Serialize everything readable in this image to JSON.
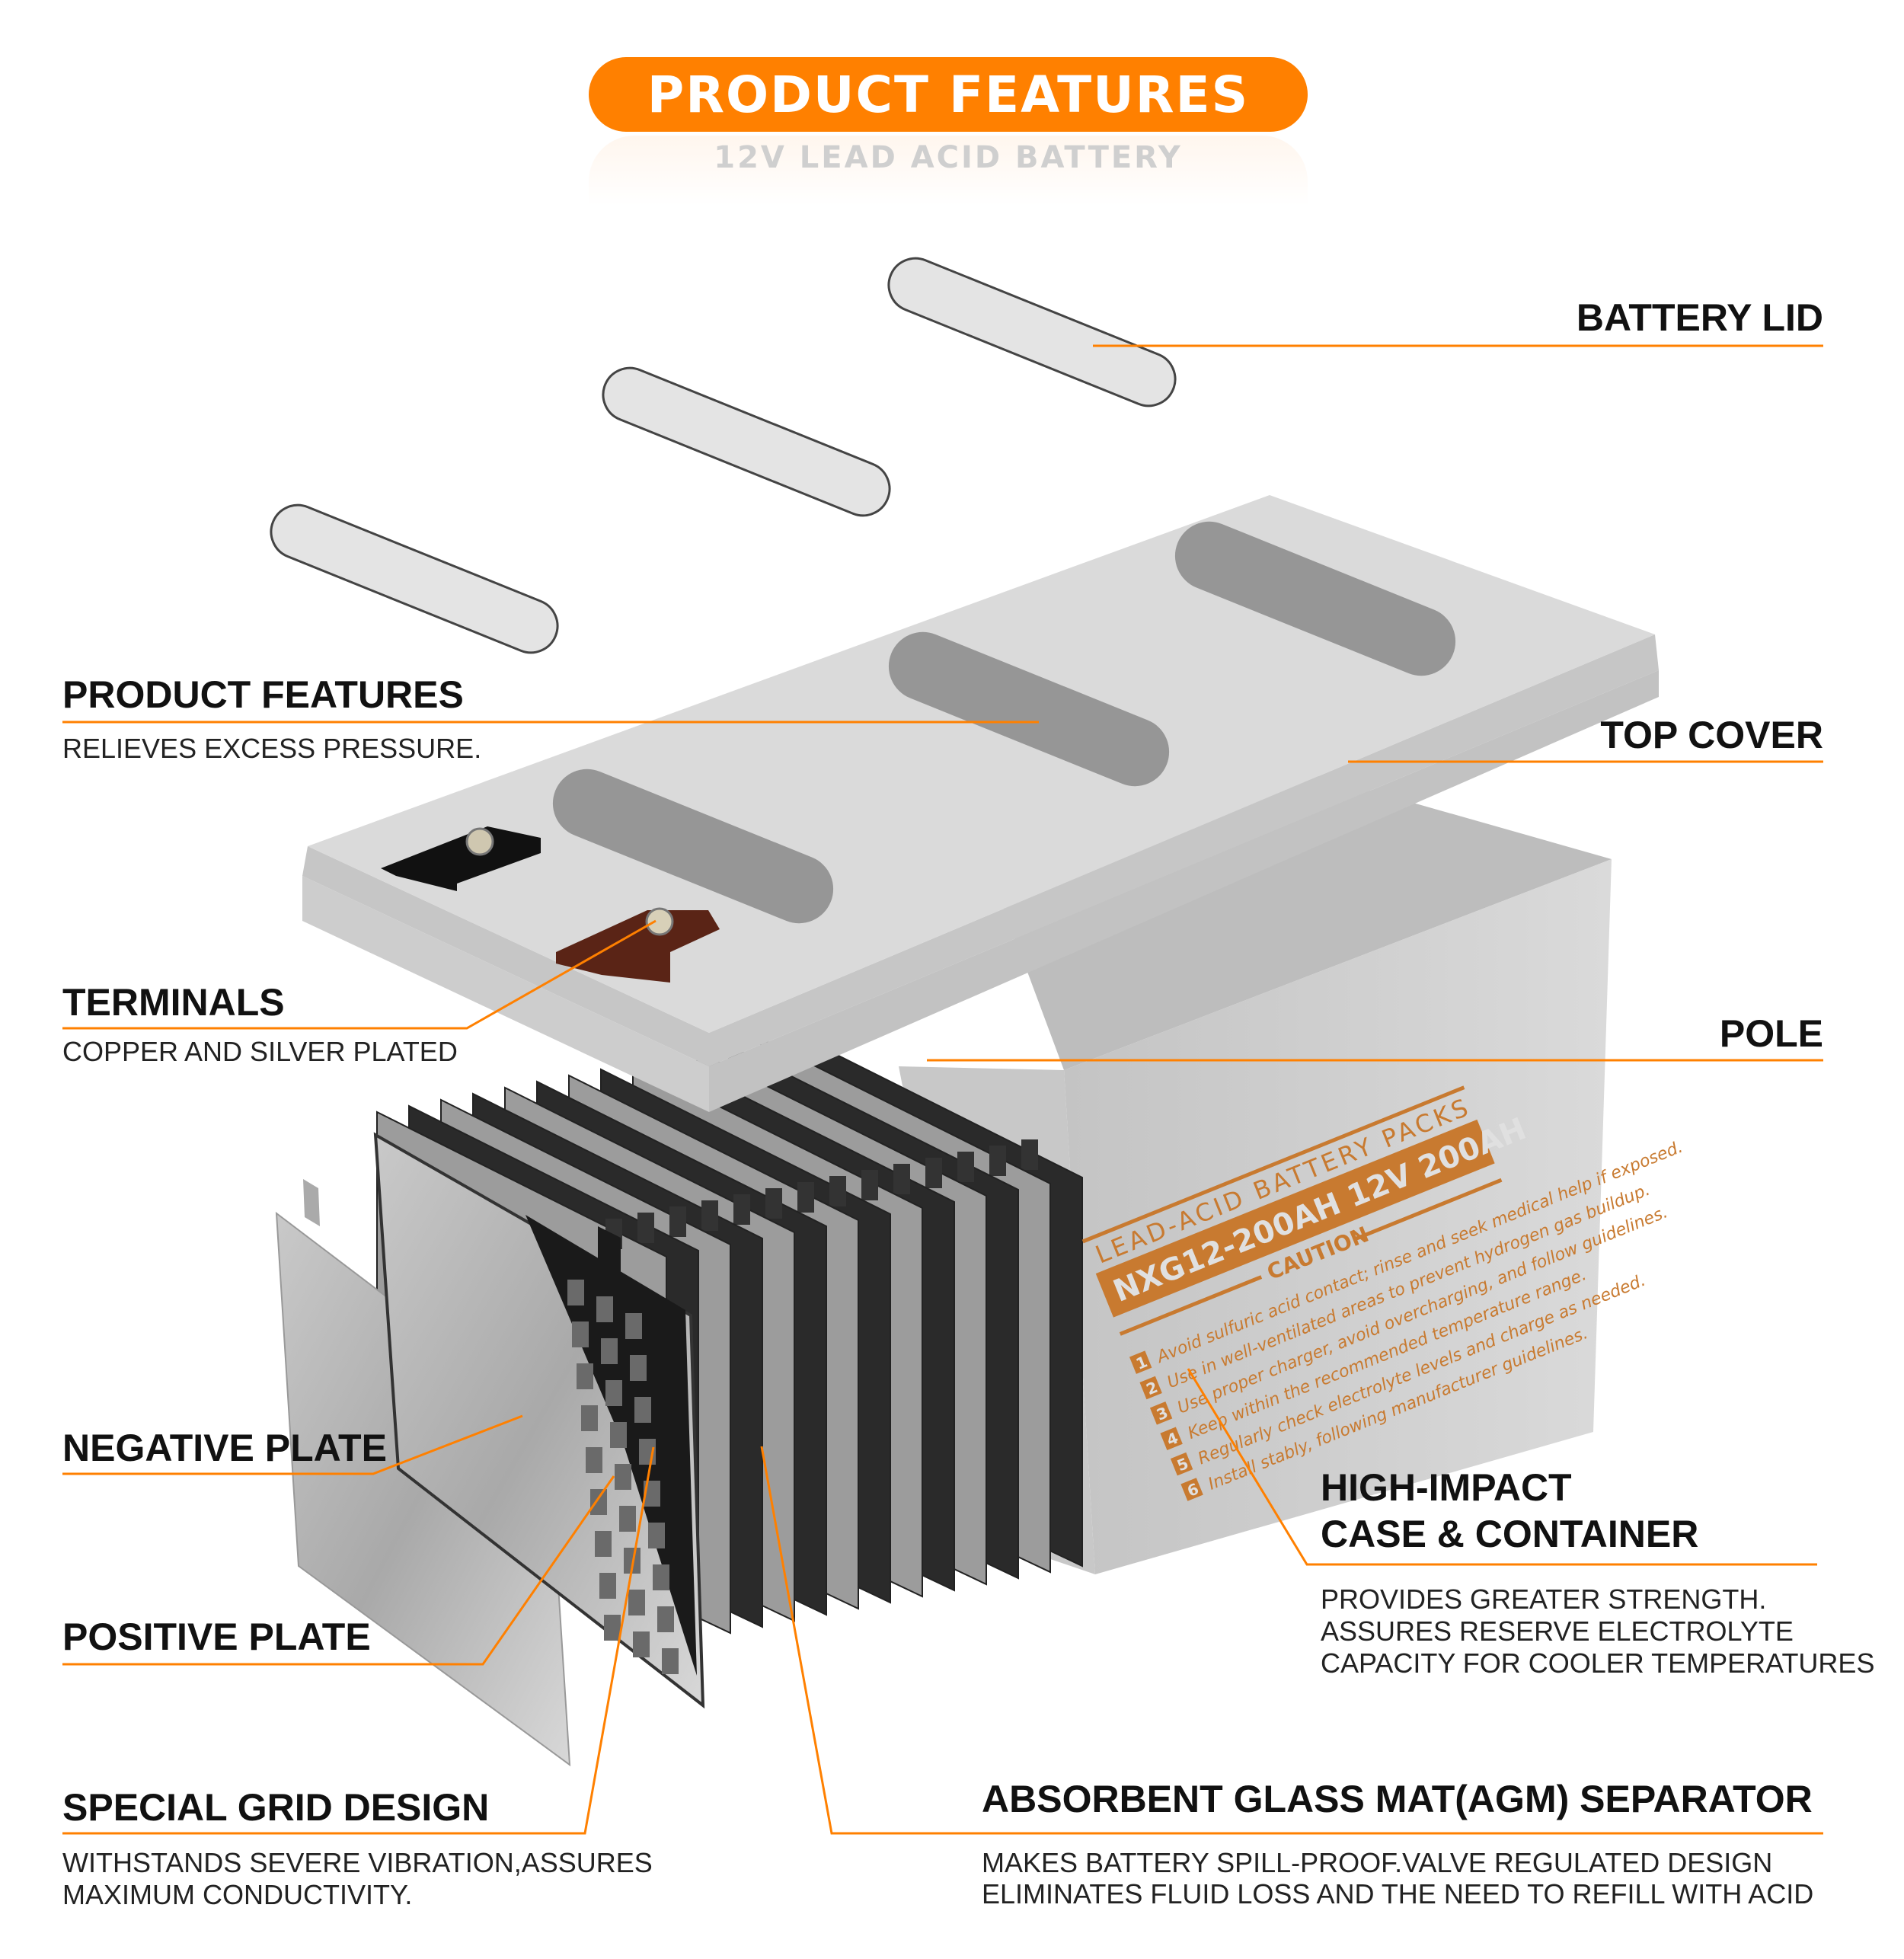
{
  "header": {
    "title": "PRODUCT FEATURES",
    "subtitle": "12V LEAD ACID BATTERY"
  },
  "callouts": {
    "battery_lid": {
      "title": "BATTERY LID"
    },
    "product_features": {
      "title": "PRODUCT FEATURES",
      "desc": "RELIEVES EXCESS PRESSURE."
    },
    "top_cover": {
      "title": "TOP COVER"
    },
    "terminals": {
      "title": "TERMINALS",
      "desc": "COPPER AND SILVER PLATED"
    },
    "pole": {
      "title": "POLE"
    },
    "negative_plate": {
      "title": "NEGATIVE PLATE"
    },
    "positive_plate": {
      "title": "POSITIVE PLATE"
    },
    "special_grid": {
      "title": "SPECIAL GRID DESIGN",
      "desc1": "WITHSTANDS SEVERE VIBRATION,ASSURES",
      "desc2": "MAXIMUM CONDUCTIVITY."
    },
    "case": {
      "title1": "HIGH-IMPACT",
      "title2": "CASE & CONTAINER",
      "desc1": "PROVIDES GREATER STRENGTH.",
      "desc2": "ASSURES RESERVE ELECTROLYTE",
      "desc3": "CAPACITY FOR COOLER TEMPERATURES"
    },
    "agm": {
      "title": "ABSORBENT GLASS MAT(AGM) SEPARATOR",
      "desc1": "MAKES BATTERY SPILL-PROOF.VALVE REGULATED DESIGN",
      "desc2": "ELIMINATES FLUID LOSS AND THE NEED TO REFILL WITH ACID"
    }
  },
  "battery_label": {
    "brand_line": "LEAD-ACID BATTERY PACKS",
    "model": "NXG12-200AH 12V 200AH",
    "caution": "CAUTION",
    "instructions": [
      {
        "n": "1",
        "text": "Avoid sulfuric acid contact; rinse and seek medical help if exposed."
      },
      {
        "n": "2",
        "text": "Use in well-ventilated areas to prevent hydrogen gas buildup."
      },
      {
        "n": "3",
        "text": "Use proper charger, avoid overcharging, and follow guidelines."
      },
      {
        "n": "4",
        "text": "Keep within the recommended temperature range."
      },
      {
        "n": "5",
        "text": "Regularly check electrolyte levels and charge as needed."
      },
      {
        "n": "6",
        "text": "Install stably, following manufacturer guidelines."
      }
    ]
  },
  "colors": {
    "accent": "#ff8000",
    "label": "#c87a30",
    "case": "#d4d4d4"
  }
}
